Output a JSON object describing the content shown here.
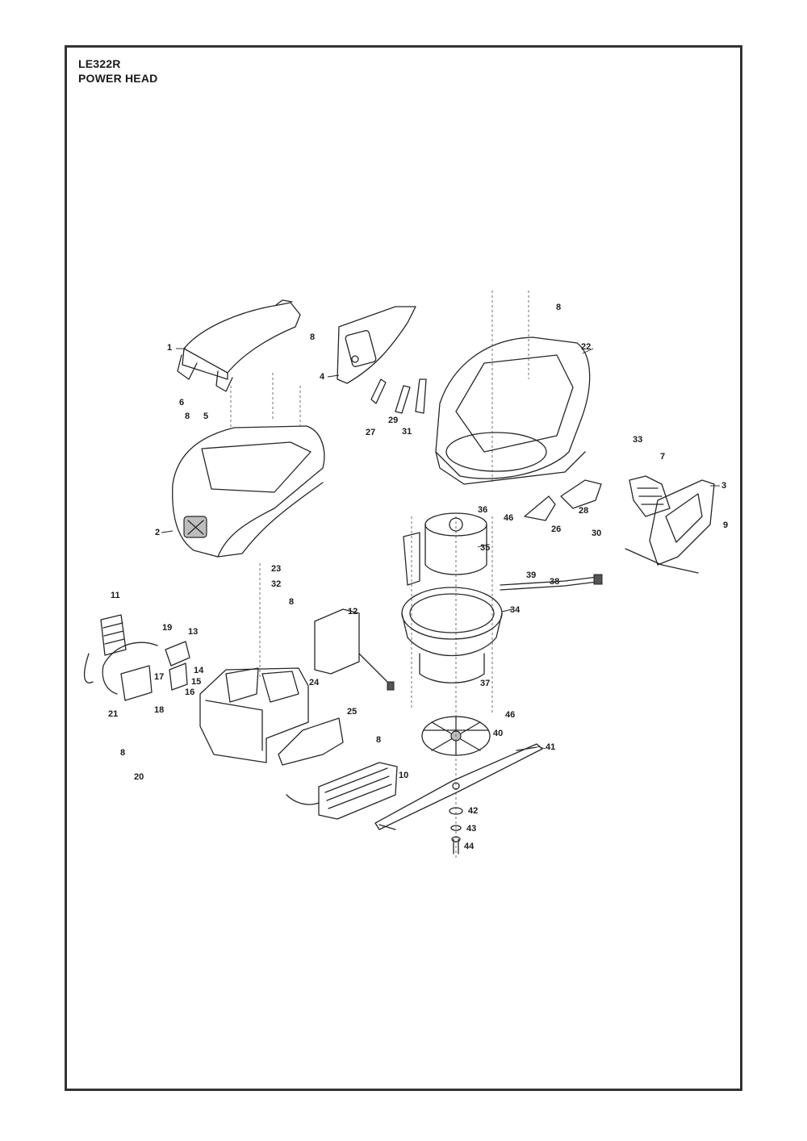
{
  "header": {
    "model": "LE322R",
    "section": "POWER HEAD"
  },
  "callouts": [
    "1",
    "2",
    "3",
    "4",
    "5",
    "6",
    "7",
    "8",
    "8",
    "8",
    "8",
    "8",
    "8",
    "9",
    "10",
    "11",
    "12",
    "13",
    "14",
    "15",
    "16",
    "17",
    "18",
    "19",
    "20",
    "21",
    "22",
    "23",
    "24",
    "25",
    "26",
    "27",
    "28",
    "29",
    "30",
    "31",
    "32",
    "33",
    "34",
    "35",
    "36",
    "37",
    "38",
    "39",
    "40",
    "41",
    "42",
    "43",
    "44",
    "46",
    "46"
  ]
}
